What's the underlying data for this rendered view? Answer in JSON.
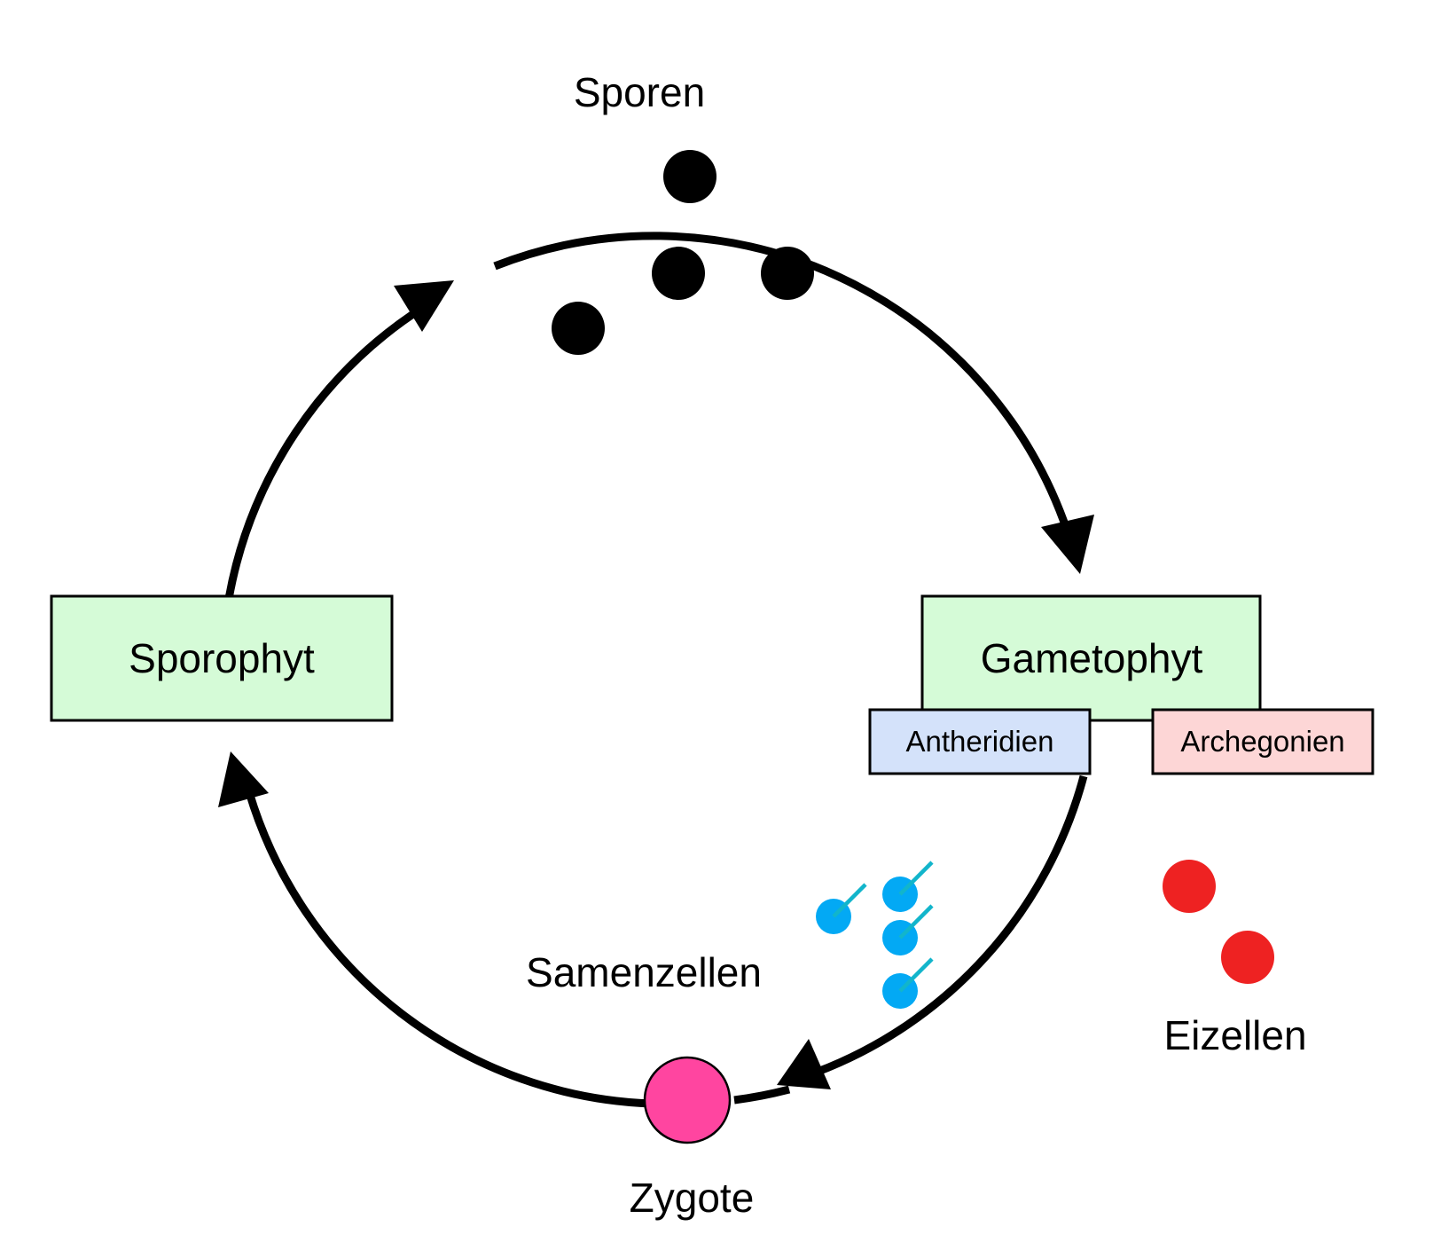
{
  "diagram": {
    "title": "Generationswechsel",
    "labels": {
      "spores": "Sporen",
      "sperm_cells": "Samenzellen",
      "egg_cells": "Eizellen",
      "zygote": "Zygote"
    },
    "boxes": {
      "sporophyte": "Sporophyt",
      "gametophyte": "Gametophyt",
      "antheridia": "Antheridien",
      "archegonia": "Archegonien"
    },
    "counts": {
      "spores": 4,
      "sperm_cells": 4,
      "egg_cells": 2
    },
    "colors": {
      "generation_box": "#D5FBD7",
      "antheridia_box": "#D4E2FA",
      "archegonia_box": "#FDD6D6",
      "spore": "#000000",
      "sperm": "#03A9F4",
      "sperm_tail": "#12B5CB",
      "egg": "#EE2222",
      "zygote": "#FF45A0",
      "arrow": "#000000"
    },
    "cycle": [
      "Sporophyt",
      "Sporen",
      "Gametophyt",
      "Antheridien",
      "Archegonien",
      "Samenzellen",
      "Eizellen",
      "Zygote",
      "Sporophyt"
    ]
  }
}
